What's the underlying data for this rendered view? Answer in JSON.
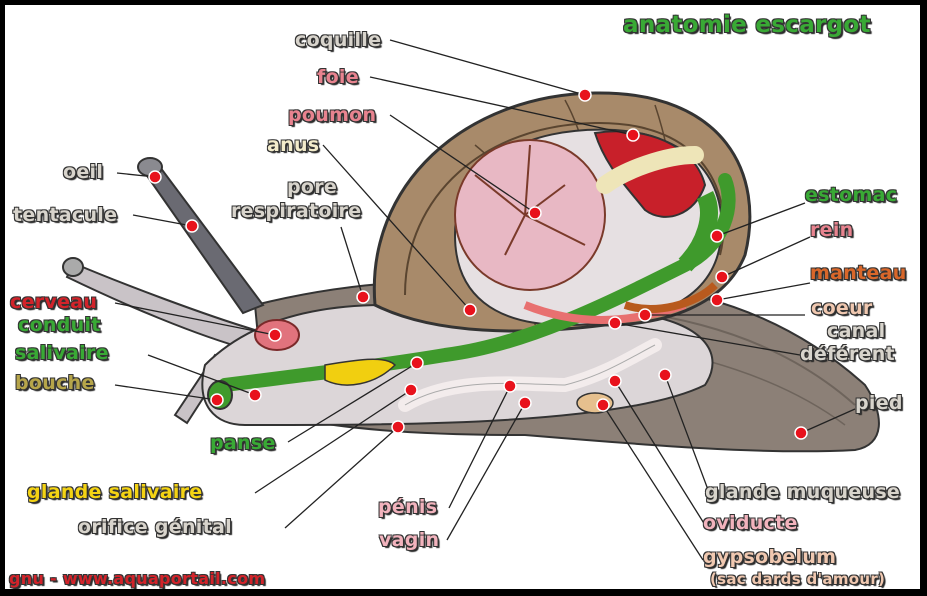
{
  "title": "anatomie escargot",
  "credit": "gnu - www.aquaportail.com",
  "labels": {
    "coquille": "coquille",
    "foie": "foie",
    "poumon": "poumon",
    "anus": "anus",
    "pore": "pore",
    "respiratoire": "respiratoire",
    "oeil": "oeil",
    "tentacule": "tentacule",
    "cerveau": "cerveau",
    "conduit": "conduit",
    "salivaire": "salivaire",
    "bouche": "bouche",
    "panse": "panse",
    "glande_salivaire": "glande salivaire",
    "orifice_genital": "orifice génital",
    "penis": "pénis",
    "vagin": "vagin",
    "estomac": "estomac",
    "rein": "rein",
    "manteau": "manteau",
    "coeur": "coeur",
    "canal": "canal",
    "deferent": "déférent",
    "pied": "pied",
    "glande_muqueuse": "glande muqueuse",
    "oviducte": "oviducte",
    "gypsobelum": "gypsobelum",
    "sac_dards": "(sac dards d'amour)"
  },
  "colors": {
    "marker": "#e8121c",
    "body": "#d9d4d4",
    "foot": "#8c8077",
    "shell": "#a88a6a",
    "digestive": "#3f9a2c",
    "lung": "#e8b8c4"
  }
}
